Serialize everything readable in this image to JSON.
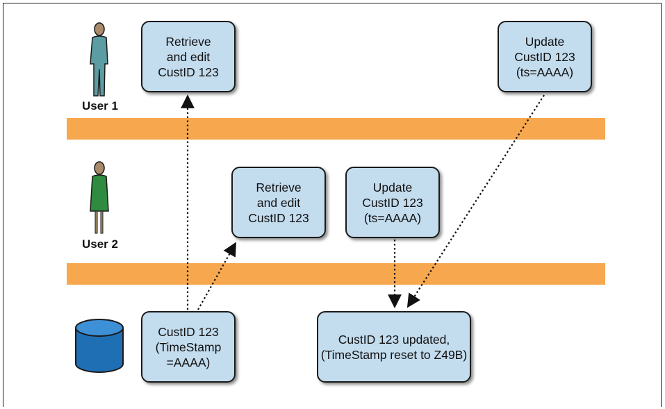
{
  "users": [
    {
      "label": "User 1",
      "color": "#5b9da3"
    },
    {
      "label": "User 2",
      "color": "#2f8b3f"
    }
  ],
  "boxes": {
    "user1_retrieve": [
      "Retrieve",
      "and edit",
      "CustID 123"
    ],
    "user1_update": [
      "Update",
      "CustID 123",
      "(ts=AAAA)"
    ],
    "user2_retrieve": [
      "Retrieve",
      "and edit",
      "CustID 123"
    ],
    "user2_update": [
      "Update",
      "CustID 123",
      "(ts=AAAA)"
    ],
    "db_record": [
      "CustID 123",
      "(TimeStamp",
      "=AAAA)"
    ],
    "db_updated": [
      "CustID 123 updated,",
      "(TimeStamp reset to Z49B)"
    ]
  },
  "colors": {
    "band": "#f7a84e",
    "box": "#c3dcee",
    "database": "#1f6fb5"
  }
}
